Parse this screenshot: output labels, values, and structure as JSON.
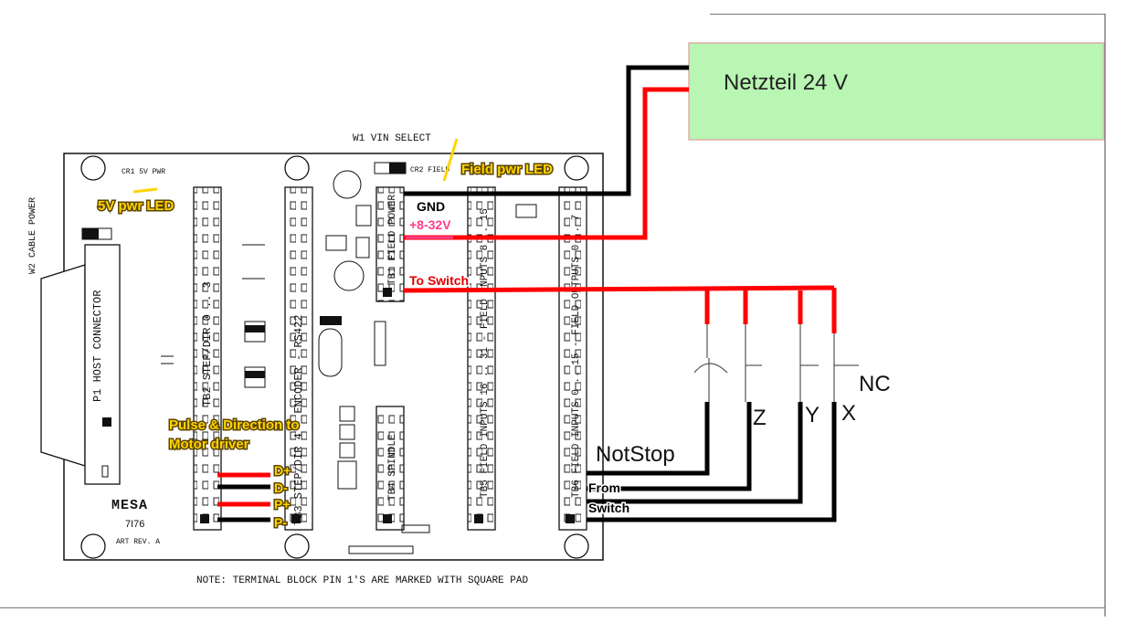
{
  "board": {
    "title_top": "W1 VIN SELECT",
    "side_left": "W2 CABLE POWER",
    "host_connector": "P1 HOST CONNECTOR",
    "tb2": "TB2 STEP/DIR 0 .. 3",
    "tb3": "TB3 STEP/DIR 4 - ENCODER - RS422",
    "tb1": "TB1 FIELD POWER",
    "tb4": "TB4 SPINDLE",
    "tb5": "TB5 FIELD INPUTS 16 .. 31 - FIELD INPUTS 8 .. 15",
    "tb6": "TB6 FIELD INPUTS 0 .. 15 - FIELD OUTPUTS 0 .. 7",
    "brand": "MESA",
    "model": "7I76",
    "rev": "ART REV. A",
    "cr1": "CR1 5V PWR",
    "cr2": "CR2 FIELD",
    "note": "NOTE: TERMINAL BLOCK PIN 1'S ARE MARKED WITH SQUARE PAD"
  },
  "annotations": {
    "power_supply": "Netzteil 24 V",
    "field_led": "Field pwr LED",
    "fivev_led": "5V pwr LED",
    "gnd": "GND",
    "vplus": "+8-32V",
    "to_switch": "To Switch",
    "pulse_dir_1": "Pulse & Direction to",
    "pulse_dir_2": "Motor driver",
    "dplus": "D+",
    "dminus": "D-",
    "pplus": "P+",
    "pminus": "P-",
    "notstop": "NotStop",
    "from": "From",
    "switch": "Switch",
    "nc": "NC",
    "z": "Z",
    "y": "Y",
    "x": "X"
  },
  "colors": {
    "psu_fill": "#b9f5b3",
    "psu_stroke": "#e0a0a0",
    "wire_red": "#ff0000",
    "wire_black": "#000000",
    "label_yellow": "#ffd400",
    "vplus_pink": "#ff3d8a",
    "switch_red": "#e00000"
  }
}
